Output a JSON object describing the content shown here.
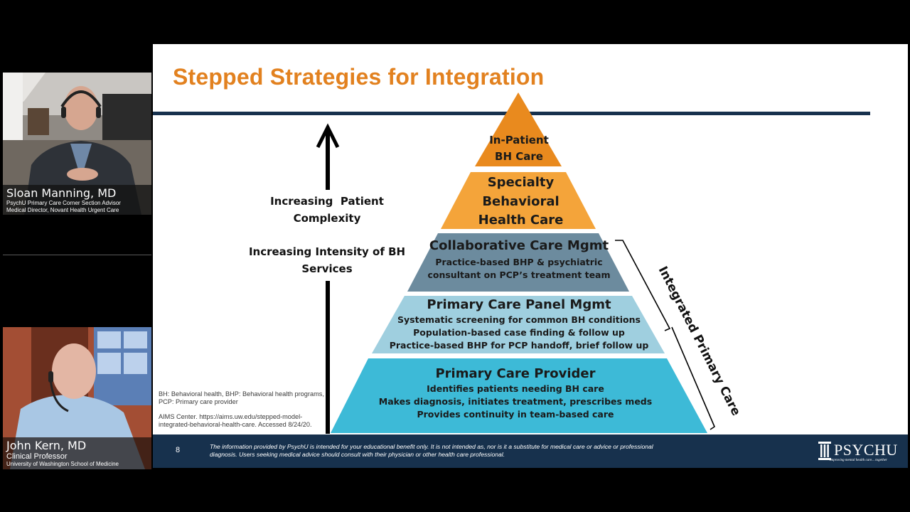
{
  "participants": [
    {
      "name": "Sloan Manning, MD",
      "line1": "PsychU Primary Care Corner Section Advisor",
      "line2": "Medical Director, Novant Health Urgent Care"
    },
    {
      "name": "John Kern, MD",
      "line1": "Clinical Professor",
      "line2": "University of Washington School of Medicine"
    }
  ],
  "slide": {
    "title": "Stepped Strategies for Integration",
    "arrow_label": [
      "Increasing  Patient",
      "Complexity"
    ],
    "intensity_label": [
      "Increasing Intensity of BH",
      "Services"
    ],
    "bracket_label": "Integrated Primary Care",
    "tiers": [
      {
        "title_lines": [
          "In-Patient",
          "BH Care"
        ],
        "lines": [],
        "color": "#e98a1e"
      },
      {
        "title_lines": [
          "Specialty",
          "Behavioral",
          "Health Care"
        ],
        "lines": [],
        "color": "#f4a43a"
      },
      {
        "title_lines": [
          "Collaborative Care Mgmt"
        ],
        "lines": [
          "Practice-based BHP & psychiatric",
          "consultant on PCP’s treatment team"
        ],
        "color": "#6c8b9e"
      },
      {
        "title_lines": [
          "Primary Care Panel Mgmt"
        ],
        "lines": [
          "Systematic screening for common BH conditions",
          "Population-based case finding & follow up",
          "Practice-based BHP for PCP handoff, brief follow up"
        ],
        "color": "#9fcfdf"
      },
      {
        "title_lines": [
          "Primary Care Provider"
        ],
        "lines": [
          "Identifies patients needing BH care",
          "Makes diagnosis, initiates treatment, prescribes meds",
          "Provides continuity in team-based care"
        ],
        "color": "#3dbad7"
      }
    ],
    "refs": [
      "BH: Behavioral health, BHP: Behavioral health programs, PCP: Primary care provider",
      "AIMS Center. https://aims.uw.edu/stepped-model-integrated-behavioral-health-care. Accessed 8/24/20."
    ],
    "page_number": "8",
    "disclaimer": "The information provided by PsychU is intended for your educational benefit only. It is not intended as, nor is it a substitute for medical care or advice or professional diagnosis. Users seeking medical advice should consult with their physician or other health care professional.",
    "logo_text": "PSYCHU",
    "logo_tagline": "Improving mental health care... together"
  },
  "colors": {
    "title_orange": "#e2811f",
    "navy": "#17314d"
  }
}
